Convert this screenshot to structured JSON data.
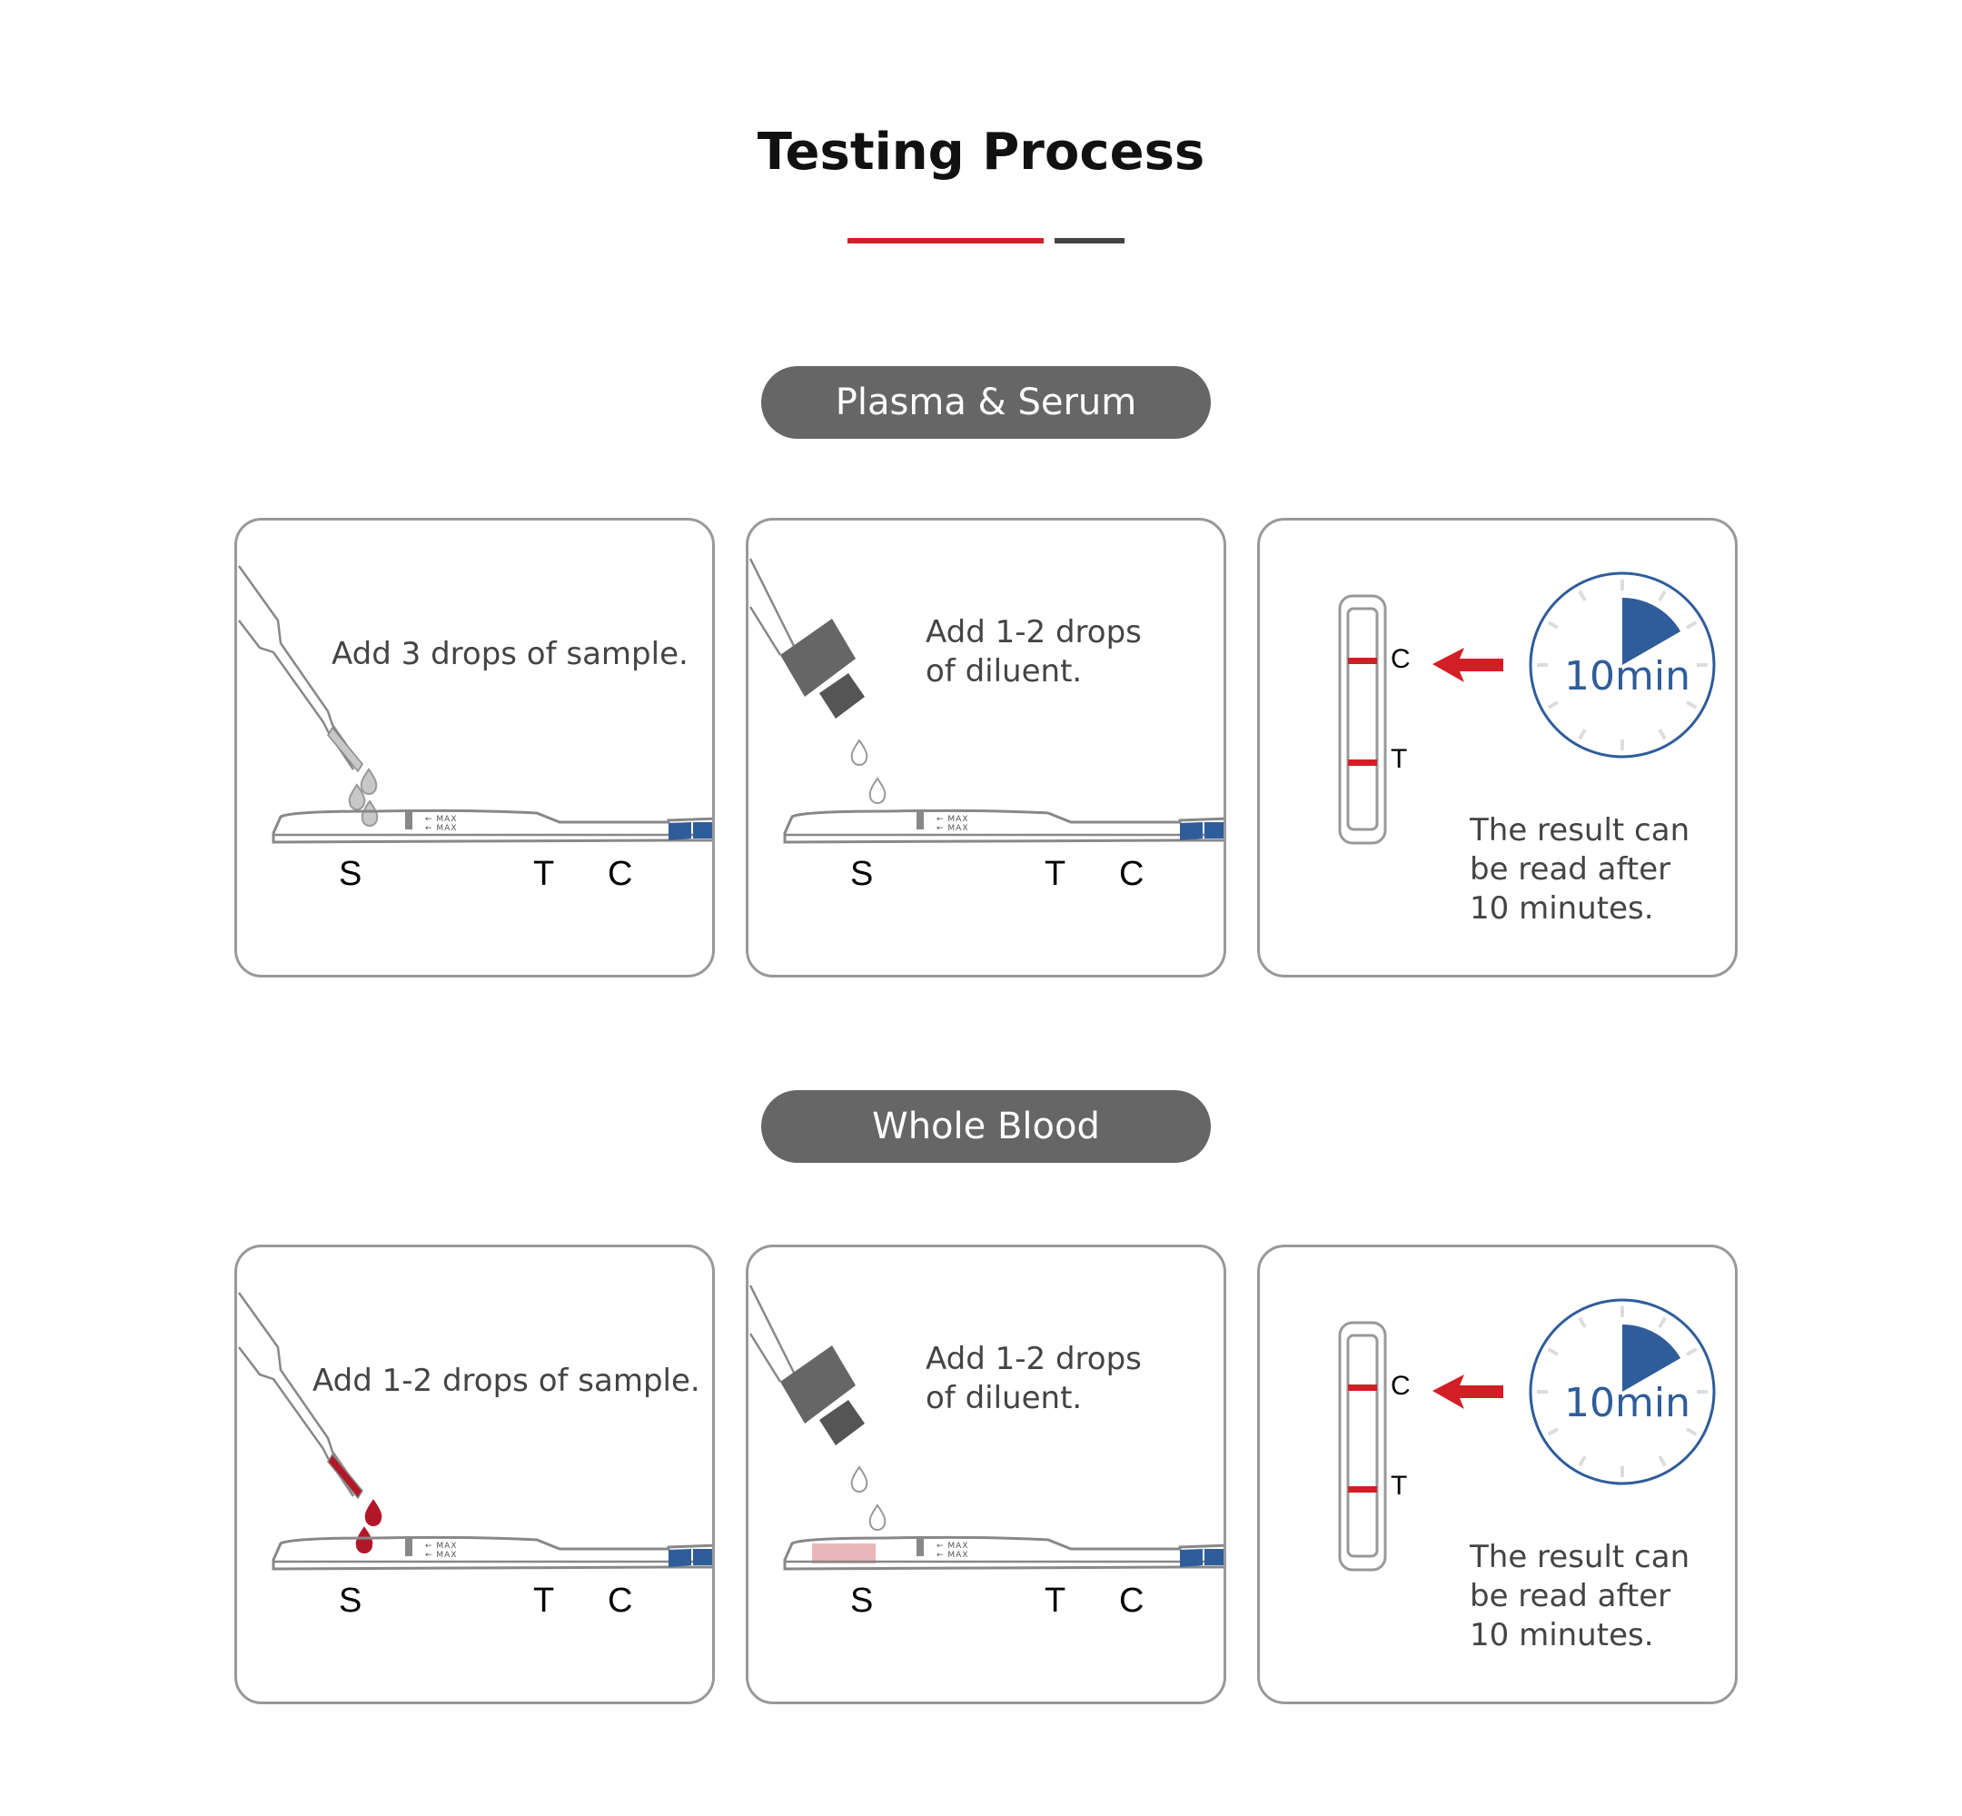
{
  "title": "Testing Process",
  "colors": {
    "accent_red": "#d21f26",
    "dark": "#444444",
    "pill_bg": "#666666",
    "blue": "#2f5d9a",
    "blood": "#b0182a"
  },
  "sections": [
    {
      "label": "Plasma & Serum",
      "steps": [
        {
          "text": "Add 3 drops of sample.",
          "strip_labels": [
            "S",
            "T",
            "C"
          ],
          "strip_marks": [
            "MAX",
            "MAX"
          ]
        },
        {
          "text_lines": [
            "Add 1-2 drops",
            "of diluent."
          ],
          "strip_labels": [
            "S",
            "T",
            "C"
          ],
          "strip_marks": [
            "MAX",
            "MAX"
          ]
        },
        {
          "cassette_labels": [
            "C",
            "T"
          ],
          "timer": "10min",
          "result_lines": [
            "The result can",
            "be read after",
            "10 minutes."
          ]
        }
      ]
    },
    {
      "label": "Whole Blood",
      "steps": [
        {
          "text": "Add 1-2 drops of sample.",
          "strip_labels": [
            "S",
            "T",
            "C"
          ],
          "strip_marks": [
            "MAX",
            "MAX"
          ]
        },
        {
          "text_lines": [
            "Add 1-2 drops",
            "of diluent."
          ],
          "strip_labels": [
            "S",
            "T",
            "C"
          ],
          "strip_marks": [
            "MAX",
            "MAX"
          ]
        },
        {
          "cassette_labels": [
            "C",
            "T"
          ],
          "timer": "10min",
          "result_lines": [
            "The result can",
            "be read after",
            "10 minutes."
          ]
        }
      ]
    }
  ]
}
